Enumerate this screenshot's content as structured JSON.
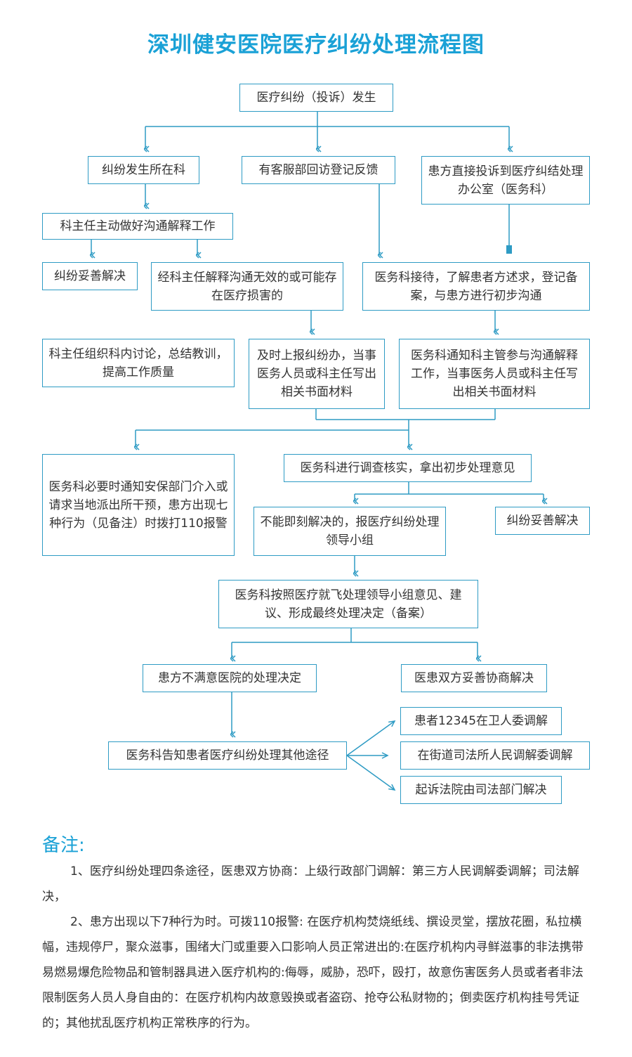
{
  "title": "深圳健安医院医疗纠纷处理流程图",
  "nodes": {
    "start": "医疗纠纷（投诉）发生",
    "dept_occur": "纠纷发生所在科",
    "callback": "有客服部回访登记反馈",
    "direct": "患方直接投诉到医疗纠结处理办公室（医务科）",
    "director_explain": "科主任主动做好沟通解释工作",
    "resolved1": "纠纷妥善解决",
    "ineffective": "经科主任解释沟通无效的或可能存在医疗损害的",
    "med_reception": "医务科接待，了解患者方述求，登记备案，与患方进行初步沟通",
    "discussion": "科主任组织科内讨论，总结教训，提高工作质量",
    "report": "及时上报纠纷办，当事医务人员或科主任写出相关书面材料",
    "notify": "医务科通知科主管参与沟通解释工作，当事医务人员或科主任写出相关书面材料",
    "police": "医务科必要时通知安保部门介入或请求当地派出所干预，患方出现七种行为（见备注）时拨打110报警",
    "investigate": "医务科进行调查核实，拿出初步处理意见",
    "report_group": "不能即刻解决的，报医疗纠纷处理领导小组",
    "resolved2": "纠纷妥善解决",
    "final": "医务科按照医疗就飞处理领导小组意见、建议、形成最终处理决定（备案）",
    "dissatisfied": "患方不满意医院的处理决定",
    "negotiate": "医患双方妥善协商解决",
    "other_ways": "医务科告知患者医疗纠纷处理其他途径",
    "way1": "患者12345在卫人委调解",
    "way2": "在街道司法所人民调解委调解",
    "way3": "起诉法院由司法部门解决"
  },
  "notes": {
    "heading": "备注:",
    "items": [
      "1、医疗纠纷处理四条途径，医患双方协商：上级行政部门调解：第三方人民调解委调解；司法解决，",
      "2、患方出现以下7种行为时。可拨110报警: 在医疗机构焚烧纸线、撰设灵堂，摆放花圈，私拉横幅，违规停尸，聚众滋事，围绪大门或重要入口影响人员正常进出的:在医疗机构内寻鲜滋事的非法携带易燃易爆危险物品和管制器具进入医疗机构的:侮辱，威胁，恐吓，殴打，故意伤害医务人员或者者非法限制医务人员人身自由的：在医疗机构内故意毁换或者盗窃、抢夺公私财物的；倒卖医疗机构挂号凭证的；其他扰乱医疗机构正常秩序的行为。"
    ]
  },
  "colors": {
    "accent": "#1aa1d6",
    "line": "#2e9bc4",
    "text": "#333333"
  }
}
